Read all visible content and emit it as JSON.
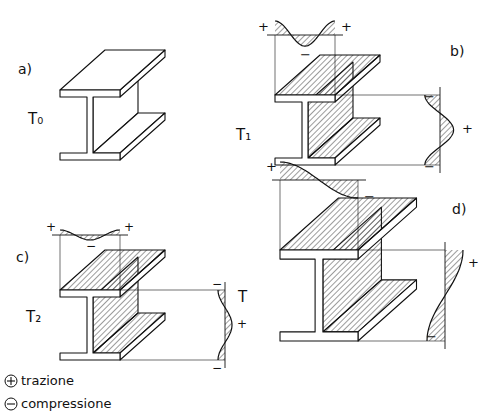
{
  "diagram": {
    "labels": [
      "a)",
      "T₀",
      "b)",
      "T₁",
      "c)",
      "T₂",
      "T",
      "d)",
      "+",
      "+",
      "−",
      "−",
      "+",
      "−",
      "+",
      "+",
      "−",
      "−",
      "+",
      "−",
      "+",
      "−",
      "+",
      "−"
    ],
    "legend": [
      {
        "text": "trazione"
      },
      {
        "text": "compressione"
      }
    ]
  }
}
